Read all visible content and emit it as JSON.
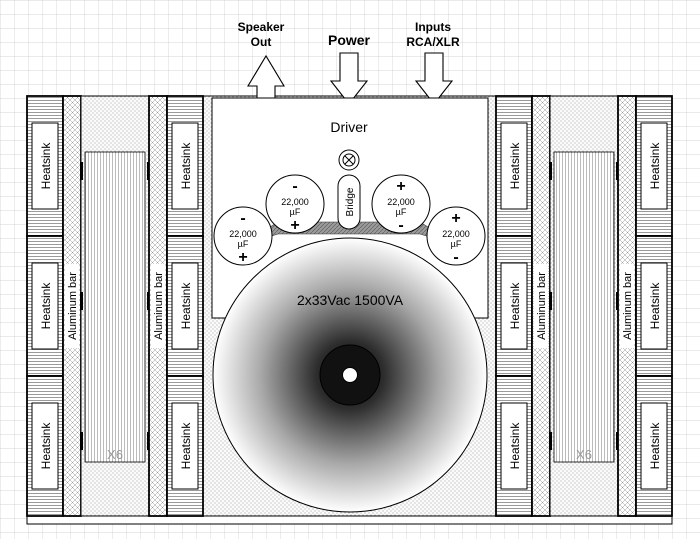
{
  "labels": {
    "speaker_out_line1": "Speaker",
    "speaker_out_line2": "Out",
    "power": "Power",
    "inputs_line1": "Inputs",
    "inputs_line2": "RCA/XLR",
    "driver": "Driver",
    "bridge": "Bridge",
    "heatsink": "Heatsink",
    "aluminum_bar": "Aluminum bar",
    "x6": "X6",
    "transformer": "2x33Vac 1500VA"
  },
  "capacitors": [
    {
      "top_sign": "-",
      "value": "22,000",
      "unit": "µF",
      "bottom_sign": "+"
    },
    {
      "top_sign": "-",
      "value": "22,000",
      "unit": "µF",
      "bottom_sign": "+"
    },
    {
      "top_sign": "+",
      "value": "22,000",
      "unit": "µF",
      "bottom_sign": "-"
    },
    {
      "top_sign": "+",
      "value": "22,000",
      "unit": "µF",
      "bottom_sign": "-"
    }
  ],
  "colors": {
    "grid": "#c8c8c8",
    "stroke": "#000000",
    "bus_fill": "#9a9a9a",
    "x6_text": "#999999"
  }
}
